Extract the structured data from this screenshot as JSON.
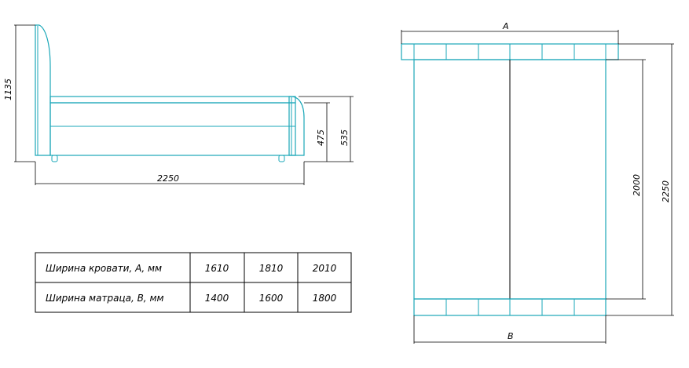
{
  "colors": {
    "accent": "#1aa7b8",
    "line": "#000000"
  },
  "side_view": {
    "dim_height": "1135",
    "dim_length": "2250",
    "dim_frame": "475",
    "dim_total": "535"
  },
  "top_view": {
    "dim_width_a": "A",
    "dim_width_b": "B",
    "dim_mattress_length": "2000",
    "dim_total_length": "2250"
  },
  "table": {
    "rows": [
      {
        "label": "Ширина кровати, А, мм",
        "values": [
          "1610",
          "1810",
          "2010"
        ]
      },
      {
        "label": "Ширина матраца, В, мм",
        "values": [
          "1400",
          "1600",
          "1800"
        ]
      }
    ]
  }
}
